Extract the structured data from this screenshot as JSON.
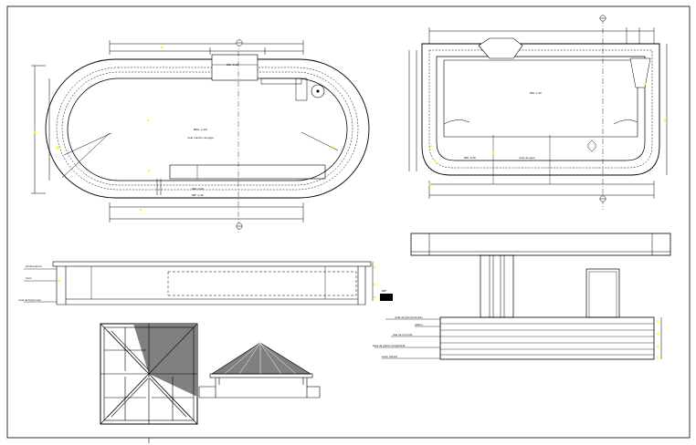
{
  "drawing": {
    "ink_color": "#000000",
    "accent_color": "#ffff00",
    "fill_gray": "#808080",
    "background": "#ffffff"
  },
  "oval_plan": {
    "label_main": "NPA -1.40",
    "label_sub": "nivel maximo de agua",
    "label_shallow": "NPA -0.40",
    "label_shallow2": "NPF -1.40",
    "label_top": "NPA -0.40"
  },
  "rect_plan": {
    "label_center": "NPA -1.40",
    "label_bottom": "NPA -0.40",
    "label_bottom2": "nivel de agua"
  },
  "long_section": {
    "label_left_top": "borde piscina",
    "label_left_mid": "muro",
    "label_left_bot": "nivel de fondo losa",
    "label_right": "NPF"
  },
  "elevation": {
    "label_1": "nivel de piso terminado",
    "label_2": "relleno",
    "label_3": "losa de concreto",
    "label_4": "base de grava compactada",
    "label_5": "suelo natural"
  }
}
